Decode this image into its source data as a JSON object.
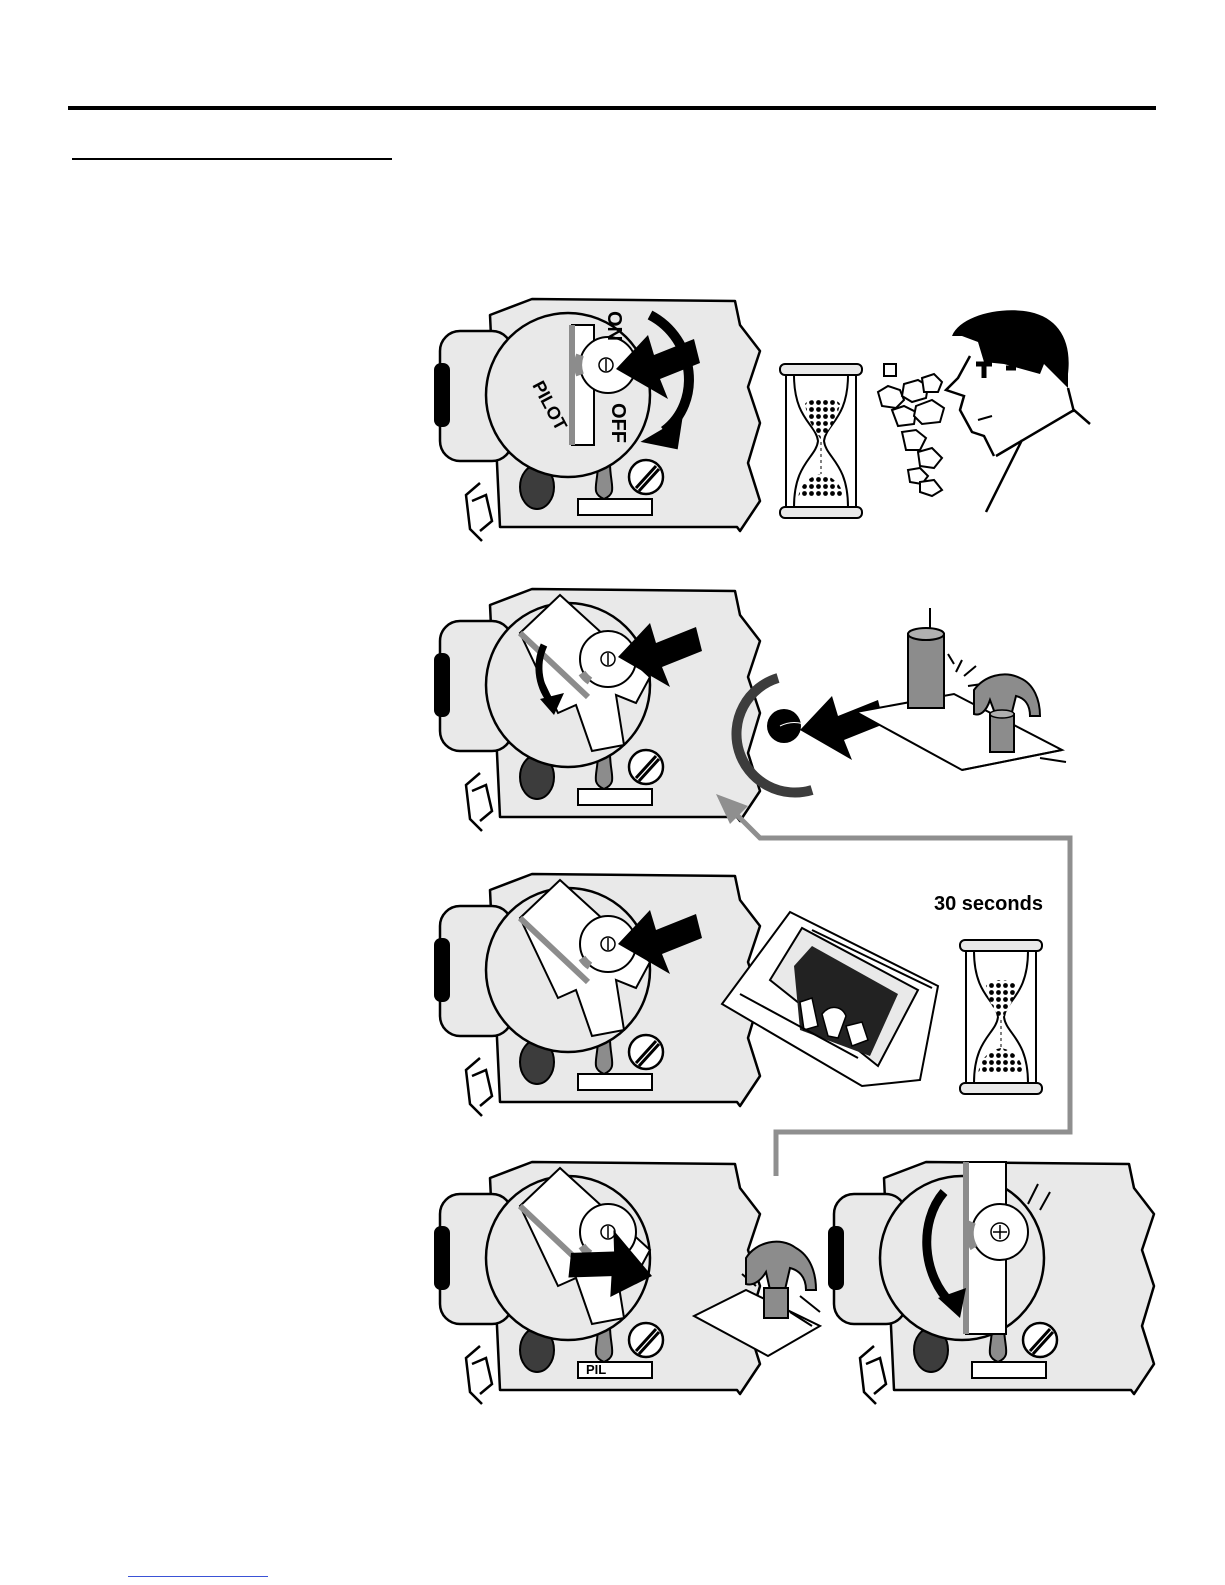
{
  "timer_label": "30 seconds",
  "dial_labels": {
    "on": "ON",
    "off": "OFF",
    "pilot": "PILOT"
  },
  "plate_label": "PIL",
  "colors": {
    "ink": "#000000",
    "body": "#e9e9e9",
    "shade": "#8c8c8c",
    "dark": "#3c3c3c",
    "arrow_gray": "#8f8f8f",
    "link": "#3a52d6"
  },
  "icons": [
    "gas-valve",
    "hourglass",
    "person-head",
    "smoke-cloud",
    "igniter-button",
    "pilot-burner",
    "spark-icon",
    "access-panel",
    "dial-arrow"
  ]
}
